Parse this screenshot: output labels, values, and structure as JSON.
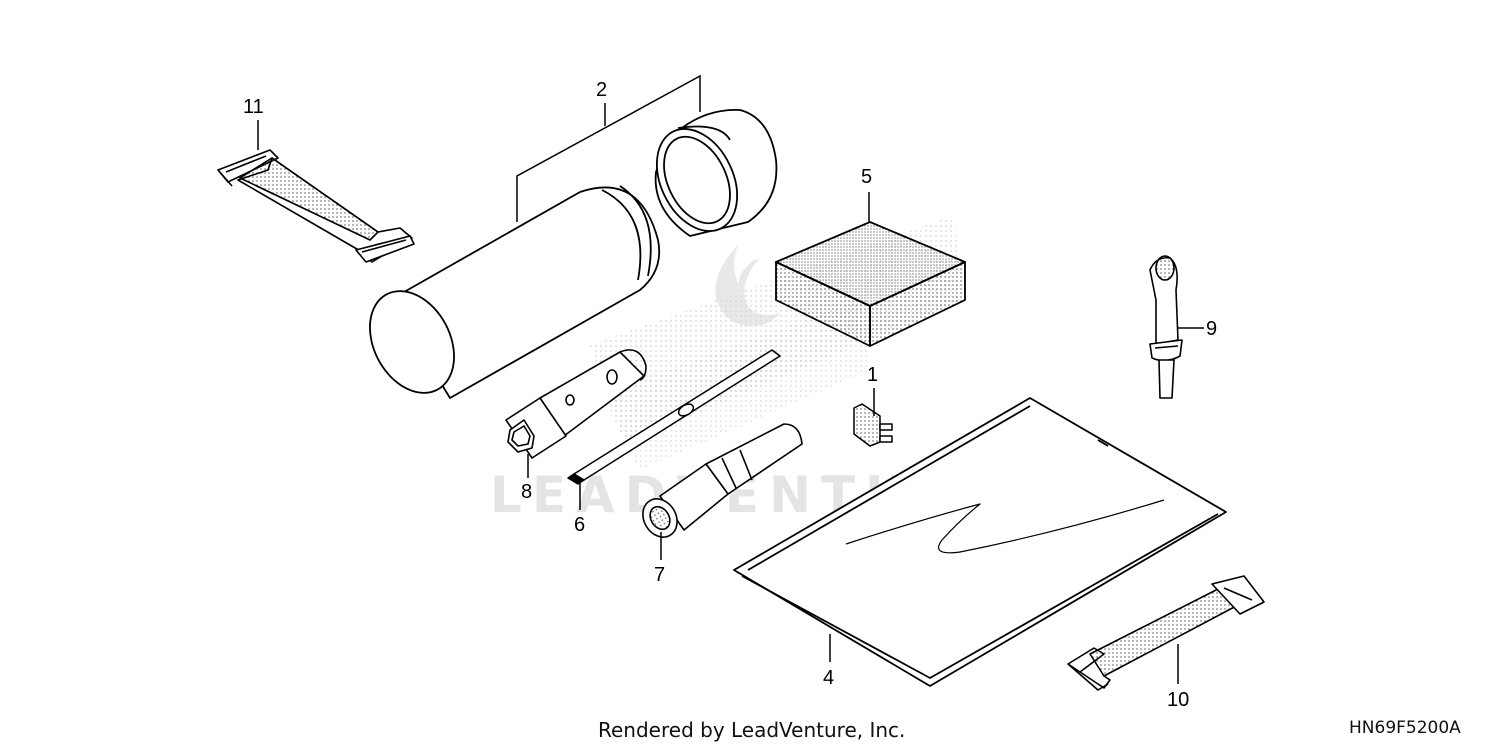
{
  "diagram": {
    "parts": [
      {
        "ref": "1",
        "name": "fuse"
      },
      {
        "ref": "2",
        "name": "tool-case"
      },
      {
        "ref": "4",
        "name": "document-bag"
      },
      {
        "ref": "5",
        "name": "sponge-pad"
      },
      {
        "ref": "6",
        "name": "screwdriver"
      },
      {
        "ref": "7",
        "name": "socket-handle"
      },
      {
        "ref": "8",
        "name": "spark-plug-wrench"
      },
      {
        "ref": "9",
        "name": "fuse-puller"
      },
      {
        "ref": "10",
        "name": "rubber-strap-upper"
      },
      {
        "ref": "11",
        "name": "rubber-strap-lower"
      }
    ],
    "watermark": "LEADVENTURE",
    "footer": {
      "rendered_by": "Rendered by LeadVenture, Inc.",
      "diagram_code": "HN69F5200A"
    },
    "colors": {
      "line": "#000000",
      "watermark": "#cfcfcf",
      "background": "#ffffff"
    }
  }
}
